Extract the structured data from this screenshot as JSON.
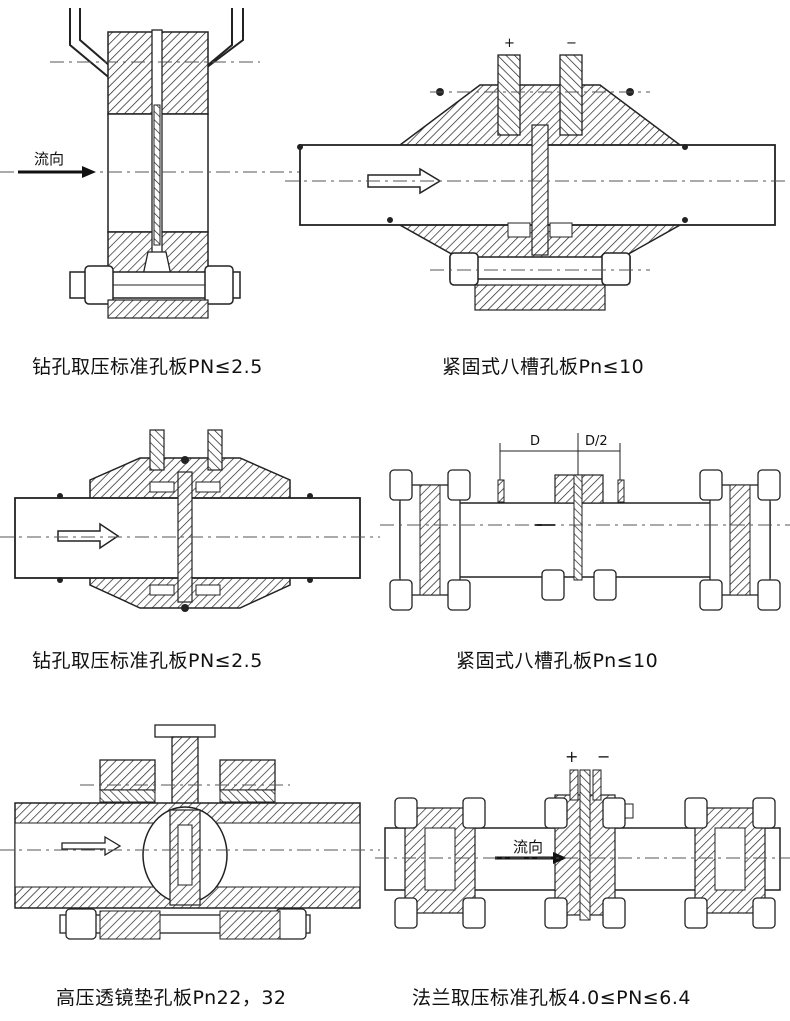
{
  "captions": {
    "p1": "钻孔取压标准孔板PN≤2.5",
    "p2": "紧固式八槽孔板Pn≤10",
    "p3": "钻孔取压标准孔板PN≤2.5",
    "p4": "紧固式八槽孔板Pn≤10",
    "p5": "高压透镜垫孔板Pn22，32",
    "p6": "法兰取压标准孔板4.0≤PN≤6.4"
  },
  "labels": {
    "flow": "流向",
    "plus": "+",
    "minus": "−",
    "d": "D",
    "d_half": "D/2"
  },
  "colors": {
    "line": "#1a1a1a",
    "hatch": "#2a2a2a",
    "center_line": "#555555"
  }
}
